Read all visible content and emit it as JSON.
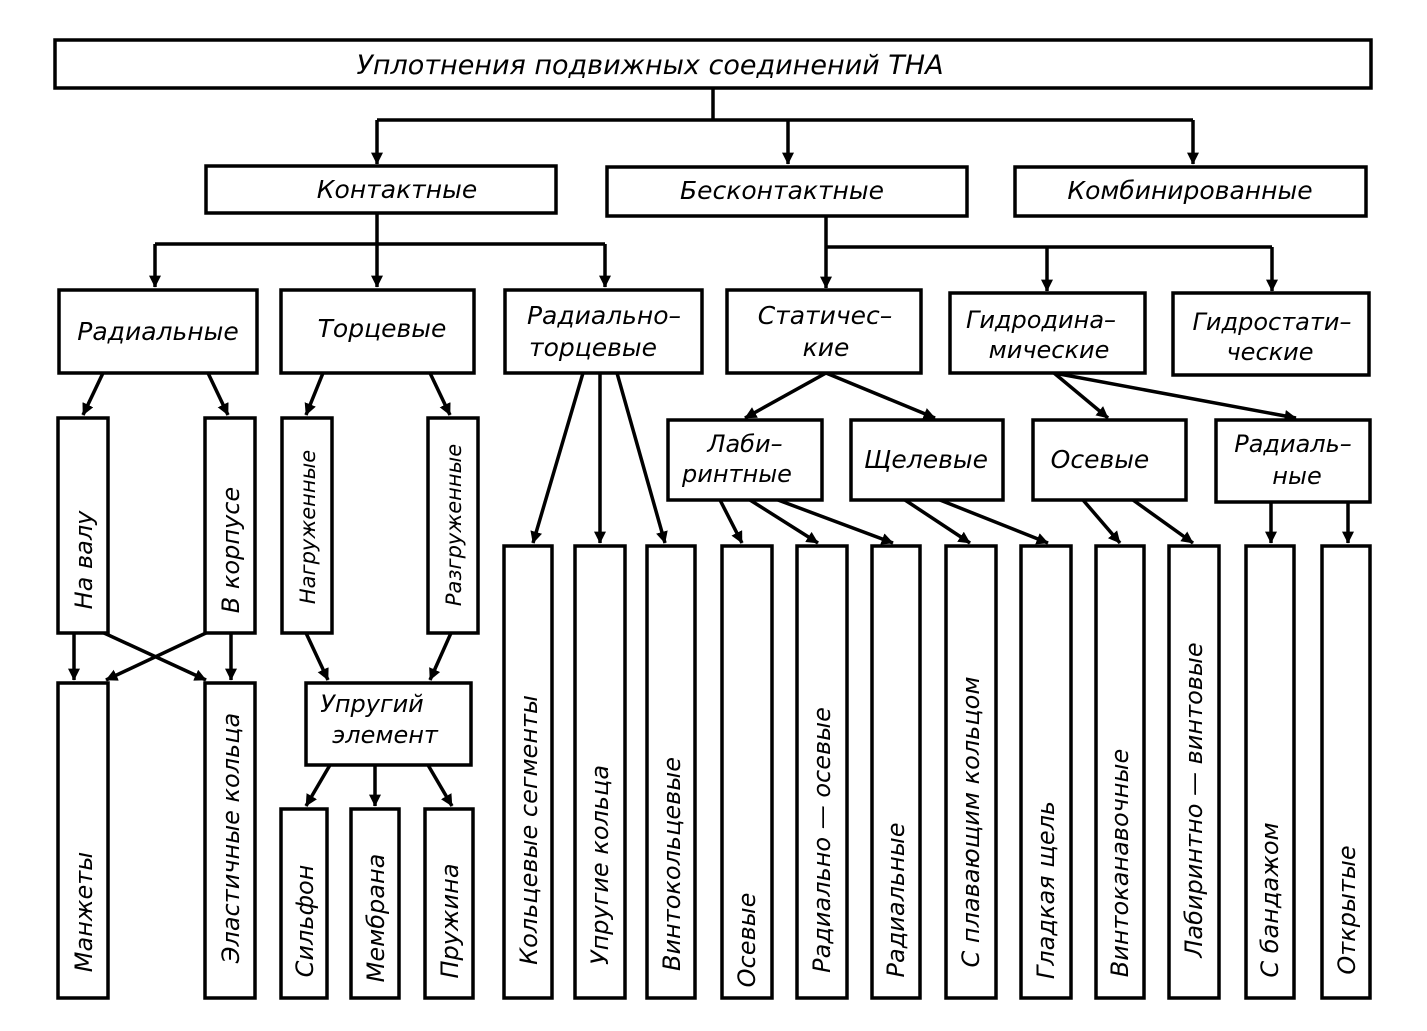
{
  "root": {
    "label": "Уплотнения подвижных соединений ТНА"
  },
  "groups": {
    "contact": {
      "label": "Контактные"
    },
    "noncontact": {
      "label": "Бесконтактные"
    },
    "combined": {
      "label": "Комбинированные"
    }
  },
  "contact_types": {
    "radial": {
      "label": "Радиальные"
    },
    "face": {
      "label": "Торцевые"
    },
    "radial_face": {
      "line1": "Радиально–",
      "line2": "торцевые"
    }
  },
  "noncontact_types": {
    "static": {
      "line1": "Статичес–",
      "line2": "кие"
    },
    "hydrodynamic": {
      "line1": "Гидродина–",
      "line2": "мические"
    },
    "hydrostatic": {
      "line1": "Гидростати–",
      "line2": "ческие"
    }
  },
  "radial_sub": {
    "on_shaft": {
      "label": "На валу"
    },
    "in_housing": {
      "label": "В корпусе"
    }
  },
  "face_sub": {
    "loaded": {
      "label": "Нагруженные"
    },
    "unloaded": {
      "label": "Разгруженные"
    }
  },
  "elastic_element": {
    "line1": "Упругий",
    "line2": "элемент"
  },
  "static_sub": {
    "labyrinth": {
      "line1": "Лаби–",
      "line2": "ринтные"
    },
    "slot": {
      "label": "Щелевые"
    }
  },
  "hydro_sub": {
    "axial": {
      "label": "Осевые"
    },
    "radial": {
      "line1": "Радиаль–",
      "line2": "ные"
    }
  },
  "leaves": {
    "cuffs": "Манжеты",
    "elastic_rings": "Эластичные кольца",
    "bellows": "Сильфон",
    "membrane": "Мембрана",
    "spring": "Пружина",
    "ring_segments": "Кольцевые сегменты",
    "spring_rings": "Упругие кольца",
    "screw_ring": "Винтокольцевые",
    "lab_axial": "Осевые",
    "lab_radial_axial": "Радиально — осевые",
    "lab_radial": "Радиальные",
    "slot_floating": "С плавающим кольцом",
    "slot_smooth": "Гладкая щель",
    "screw_groove": "Винтоканавочные",
    "lab_screw": "Лабиринтно — винтовые",
    "with_shroud": "С бандажом",
    "open": "Открытые"
  }
}
